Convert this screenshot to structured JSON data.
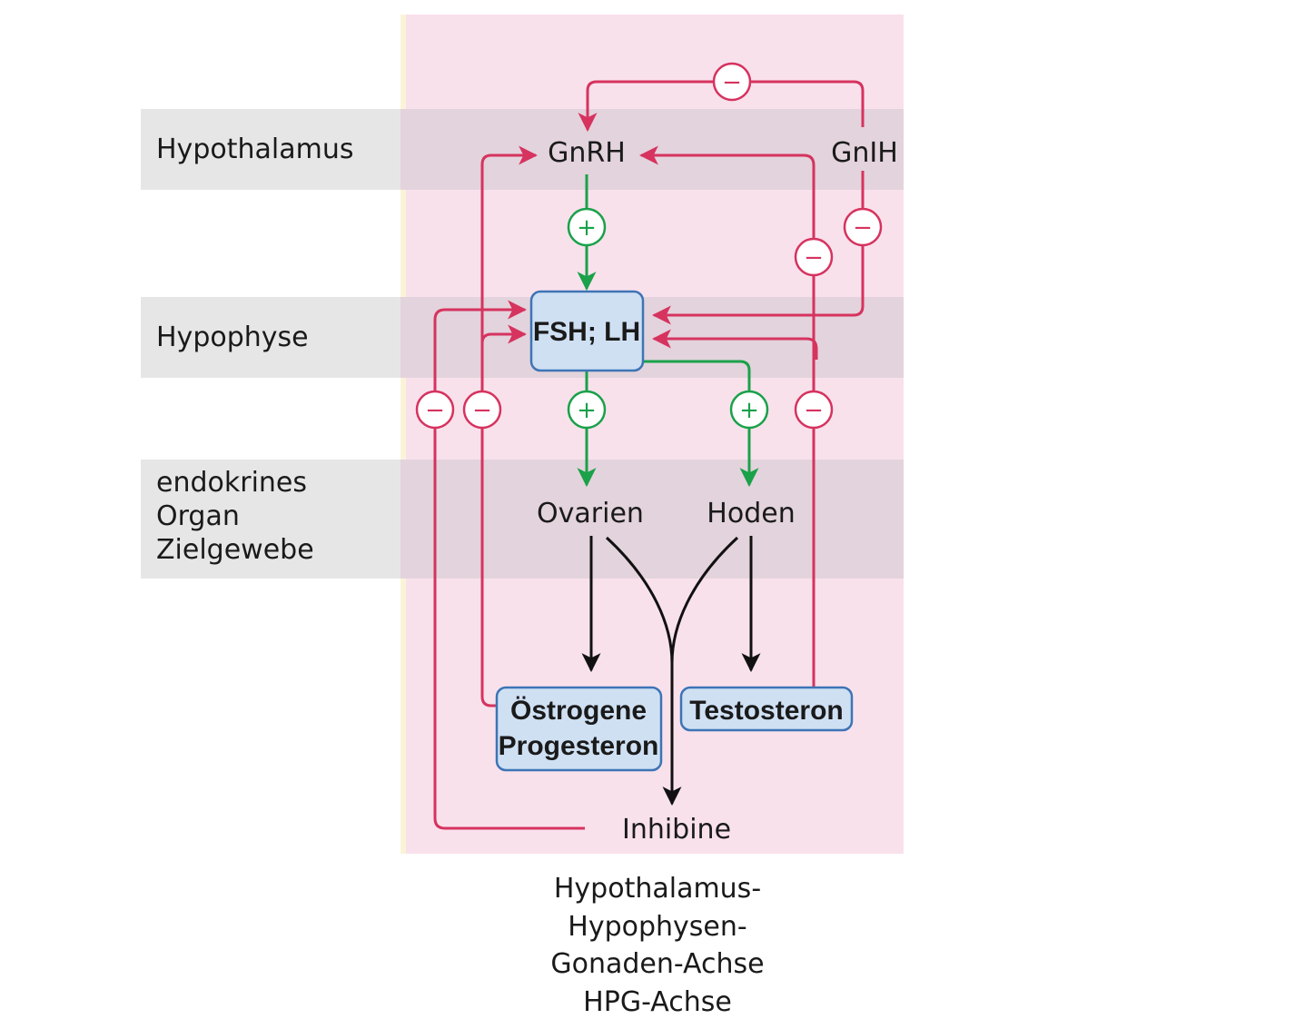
{
  "bands": [
    {
      "id": "hypothalamus",
      "lines": [
        "Hypothalamus"
      ]
    },
    {
      "id": "hypophyse",
      "lines": [
        "Hypophyse"
      ]
    },
    {
      "id": "organ",
      "lines": [
        "endokrines",
        "Organ",
        "Zielgewebe"
      ]
    }
  ],
  "nodes": {
    "gnrh": "GnRH",
    "gnih": "GnIH",
    "fsh_lh": "FSH; LH",
    "ovarien": "Ovarien",
    "hoden": "Hoden",
    "oestrogene": [
      "Östrogene",
      "Progesteron"
    ],
    "testosteron": "Testosteron",
    "inhibine": "Inhibine"
  },
  "signs": {
    "plus": "+",
    "minus": "−"
  },
  "caption": [
    "Hypothalamus-",
    "Hypophysen-",
    "Gonaden-Achse",
    "HPG-Achse"
  ],
  "colors": {
    "background_panel": "#f9e1ec",
    "band": "#e6e6e6",
    "band_overlay": "#e3d3dc",
    "stimulation": "#1aa14a",
    "inhibition": "#d6335f",
    "production": "#111111",
    "box_fill": "#cfe0f3",
    "box_stroke": "#3d74b5"
  }
}
